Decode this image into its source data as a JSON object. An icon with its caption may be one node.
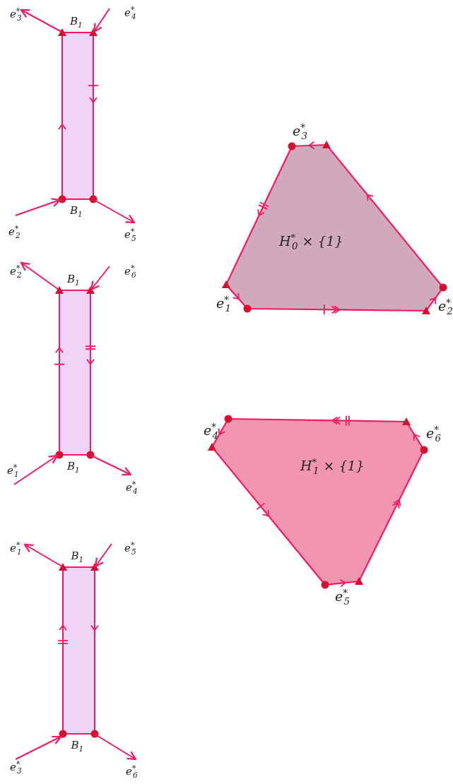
{
  "diagram": {
    "nodes": [
      {
        "text": [
          "B$_{1}$",
          "B$_{1}$"
        ]
      },
      {
        "text": [
          "e$^{*}$$_{3}$"
        ]
      },
      {
        "text": [
          "e$^{*}$$_{4}$"
        ]
      },
      {
        "text": [
          "e$^{*}$$_{2}$"
        ]
      },
      {
        "text": [
          "e$^{*}$$_{5}$"
        ]
      },
      {
        "text": [
          "B$_{1}$",
          "B$_{1}$"
        ]
      },
      {
        "text": [
          "e$^{*}$$_{2}$"
        ]
      },
      {
        "text": [
          "e$^{*}$$_{6}$"
        ]
      },
      {
        "text": [
          "e$^{*}$$_{1}$"
        ]
      },
      {
        "text": [
          "e$^{*}$$_{4}$"
        ]
      },
      {
        "text": [
          "B$_{1}$",
          "B$_{1}$"
        ]
      },
      {
        "text": [
          "e$^{*}$$_{1}$"
        ]
      },
      {
        "text": [
          "e$^{*}$$_{5}$"
        ]
      },
      {
        "text": [
          "e$^{*}$$_{3}$"
        ]
      },
      {
        "text": [
          "e$^{*}$$_{6}$"
        ]
      },
      {
        "text": [
          "H$^{*}$$_{0}$ × {1}"
        ],
        "beside": [
          "e$^{*}$$_{3}$",
          "e$^{*}$$_{1}$",
          "e$^{*}$$_{2}$"
        ]
      },
      {
        "text": [
          "H$^{*}$$_{1}$ × {1}"
        ],
        "beside": [
          "e$^{*}$$_{4}$",
          "e$^{*}$$_{6}$",
          "e$^{*}$$_{5}$"
        ]
      }
    ],
    "edges": [
      {
        "from": 0,
        "to": 1,
        "arrow": "to"
      },
      {
        "from": 2,
        "to": 0,
        "arrow": "to"
      },
      {
        "from": 3,
        "to": 0,
        "arrow": "to"
      },
      {
        "from": 0,
        "to": 4,
        "arrow": "to"
      },
      {
        "from": 5,
        "to": 6,
        "arrow": "to"
      },
      {
        "from": 7,
        "to": 5,
        "arrow": "to"
      },
      {
        "from": 8,
        "to": 5,
        "arrow": "to"
      },
      {
        "from": 5,
        "to": 9,
        "arrow": "to"
      },
      {
        "from": 10,
        "to": 11,
        "arrow": "to"
      },
      {
        "from": 12,
        "to": 10,
        "arrow": "to"
      },
      {
        "from": 13,
        "to": 10,
        "arrow": "to"
      },
      {
        "from": 10,
        "to": 14,
        "arrow": "to"
      }
    ]
  }
}
